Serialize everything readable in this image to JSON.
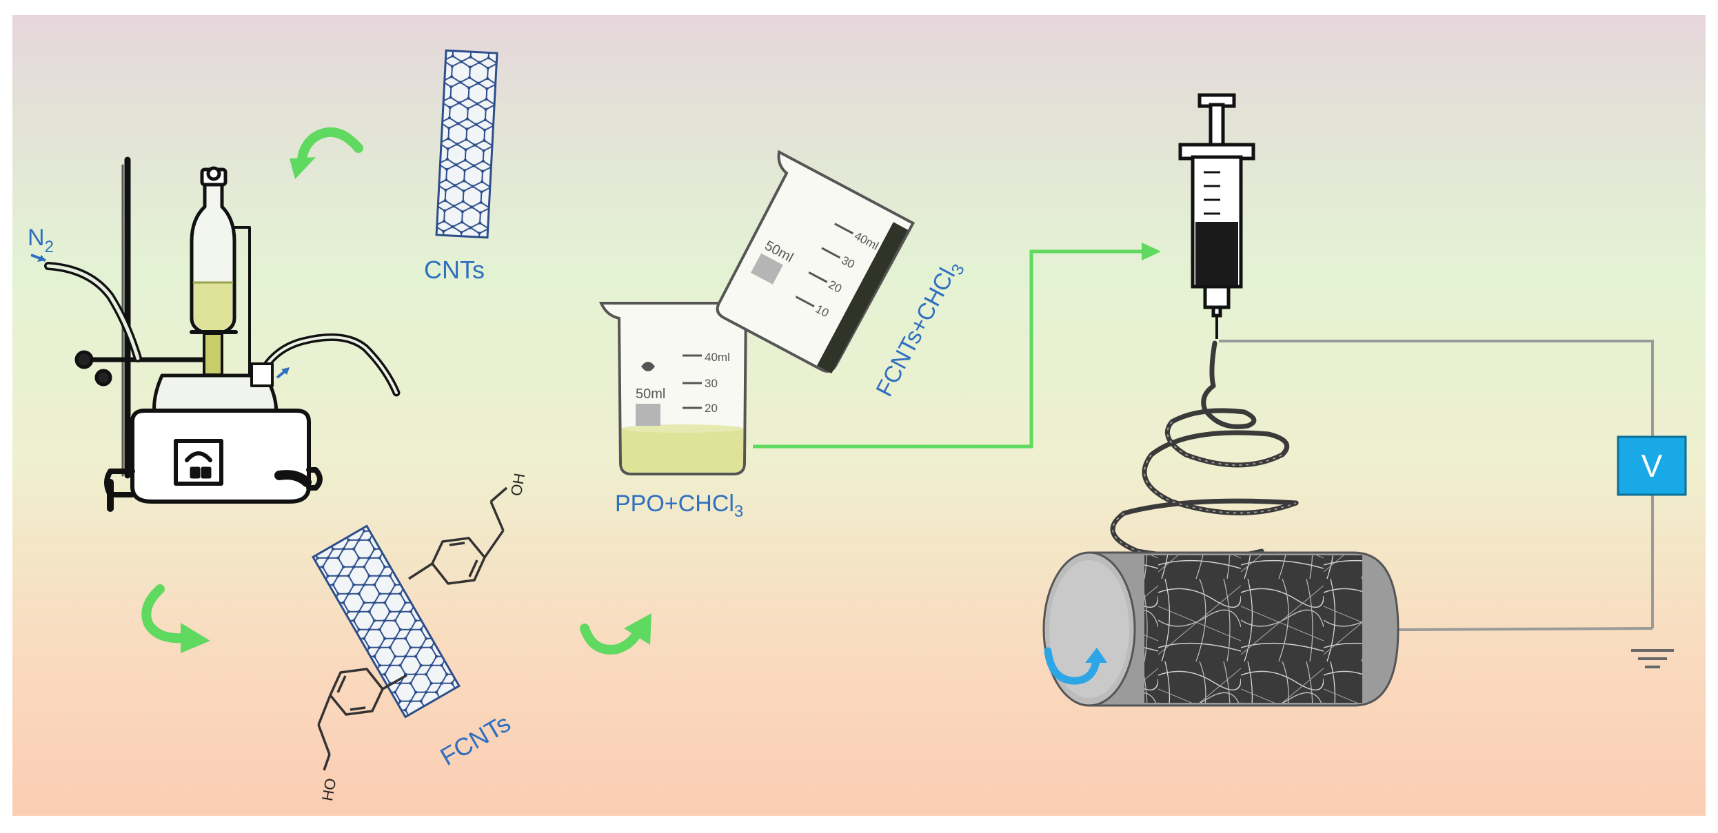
{
  "labels": {
    "n2": "N",
    "n2_sub": "2",
    "cnts": "CNTs",
    "fcnts": "FCNTs",
    "ppo_main": "PPO+CHCl",
    "ppo_sub": "3",
    "fcnts_chcl_main": "FCNTs+CHCl",
    "fcnts_chcl_sub": "3",
    "voltmeter": "V",
    "oh_top": "OH",
    "ho_bottom": "HO"
  },
  "beaker_marks": {
    "left": [
      "40ml",
      "30",
      "20"
    ],
    "left_volume": "50ml",
    "right": [
      "40ml",
      "30",
      "20",
      "10"
    ],
    "right_volume": "50ml"
  },
  "colors": {
    "label_blue": "#2f6fc0",
    "arrow_green": "#5fd95f",
    "liquid_yellow": "#dfe39a",
    "voltmeter_blue": "#19a9e6",
    "rotate_arrow": "#2ea6e6",
    "wire_gray": "#9a9a9a",
    "cnt_blue": "#2c4e8a"
  }
}
